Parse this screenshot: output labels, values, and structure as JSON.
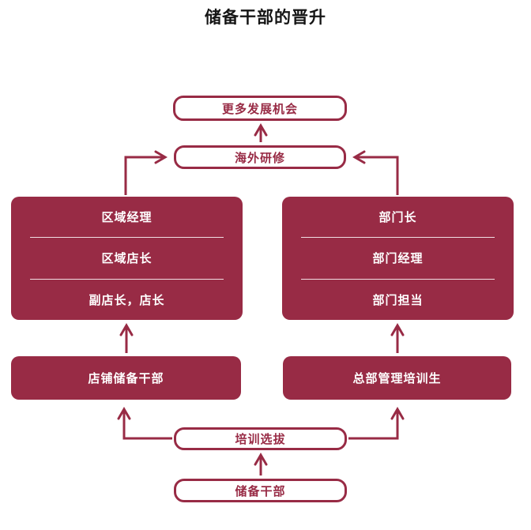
{
  "title": "储备干部的晋升",
  "colors": {
    "accent": "#982b45",
    "background": "#ffffff",
    "track_text": "#ffffff"
  },
  "nodes": {
    "more_opportunities": "更多发展机会",
    "overseas_training": "海外研修",
    "store_track": [
      "区域经理",
      "区域店长",
      "副店长，店长"
    ],
    "hq_track": [
      "部门长",
      "部门经理",
      "部门担当"
    ],
    "store_reserve": "店铺储备干部",
    "hq_trainee": "总部管理培训生",
    "training_selection": "培训选拔",
    "reserve_cadre": "储备干部"
  },
  "edges": [
    {
      "from": "reserve_cadre",
      "to": "training_selection"
    },
    {
      "from": "training_selection",
      "to": "store_reserve"
    },
    {
      "from": "training_selection",
      "to": "hq_trainee"
    },
    {
      "from": "store_reserve",
      "to": "store_track"
    },
    {
      "from": "hq_trainee",
      "to": "hq_track"
    },
    {
      "from": "store_track",
      "to": "overseas_training"
    },
    {
      "from": "hq_track",
      "to": "overseas_training"
    },
    {
      "from": "overseas_training",
      "to": "more_opportunities"
    }
  ]
}
